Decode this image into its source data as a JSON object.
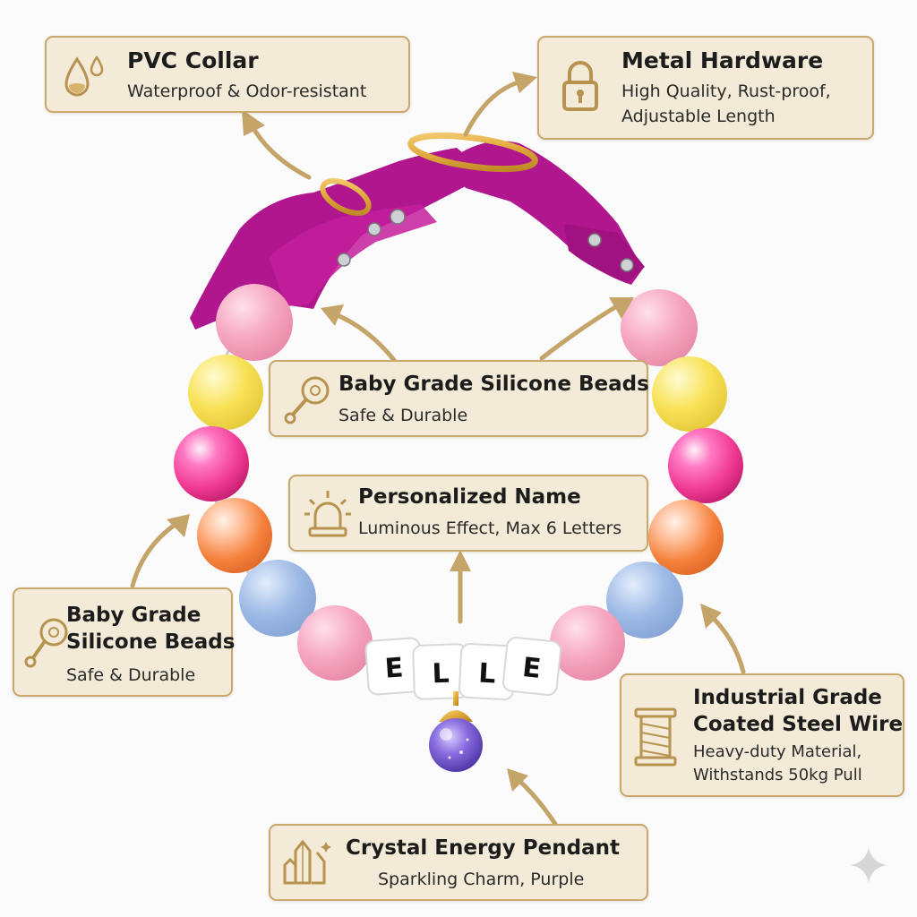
{
  "labels": {
    "pvc_collar": {
      "title": "PVC Collar",
      "sub": "Waterproof & Odor-resistant",
      "icon": "water-drop-icon"
    },
    "metal_hardware": {
      "title": "Metal Hardware",
      "sub1": "High Quality, Rust-proof,",
      "sub2": "Adjustable Length",
      "icon": "padlock-icon"
    },
    "beads_top": {
      "title": "Baby Grade Silicone Beads",
      "sub": "Safe & Durable",
      "icon": "rattle-icon"
    },
    "personalized_name": {
      "title": "Personalized Name",
      "sub": "Luminous Effect, Max 6 Letters",
      "icon": "siren-light-icon"
    },
    "beads_left": {
      "title1": "Baby Grade",
      "title2": "Silicone Beads",
      "sub": "Safe & Durable",
      "icon": "rattle-icon"
    },
    "steel_wire": {
      "title1": "Industrial Grade",
      "title2": "Coated Steel Wire",
      "sub1": "Heavy-duty Material,",
      "sub2": "Withstands 50kg Pull",
      "icon": "thread-spool-icon"
    },
    "pendant": {
      "title": "Crystal Energy Pendant",
      "sub": "Sparkling Charm, Purple",
      "icon": "crystal-icon"
    }
  },
  "name_beads": [
    "E",
    "L",
    "L",
    "E"
  ],
  "colors": {
    "label_bg": "#f3ebd7",
    "label_border": "#c9a86b",
    "arrow": "#c4a468",
    "collar_magenta": "#b0168e",
    "gold": "#e0a83a",
    "bead_pink": "#f6a7c1",
    "bead_yellow": "#f8e257",
    "bead_hotpink": "#f03a92",
    "bead_orange": "#f79a5a",
    "bead_blue": "#9fbbe6",
    "pendant_purple": "#6a4fc0"
  }
}
